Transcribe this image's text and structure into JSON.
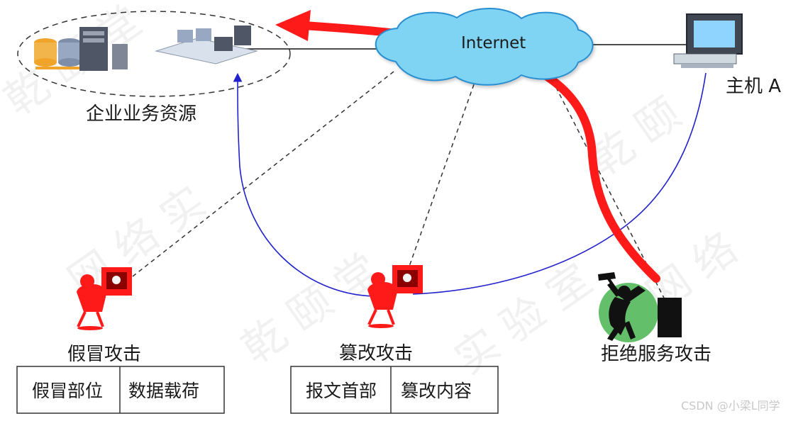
{
  "diagram": {
    "internet_label": "Internet",
    "host_label": "主机 A",
    "resource_label": "企业业务资源",
    "attack_labels": {
      "spoofing": "假冒攻击",
      "tampering": "篡改攻击",
      "dos": "拒绝服务攻击"
    },
    "tables": {
      "spoofing": [
        "假冒部位",
        "数据载荷"
      ],
      "tampering": [
        "报文首部",
        "篡改内容"
      ]
    },
    "watermark": "CSDN @小梁L同学",
    "colors": {
      "attack_arrow": "#ff1a1a",
      "cloud_fill": "#7fd3f3",
      "cloud_stroke": "#2a8fd0",
      "blue_line": "#2222cc"
    }
  }
}
